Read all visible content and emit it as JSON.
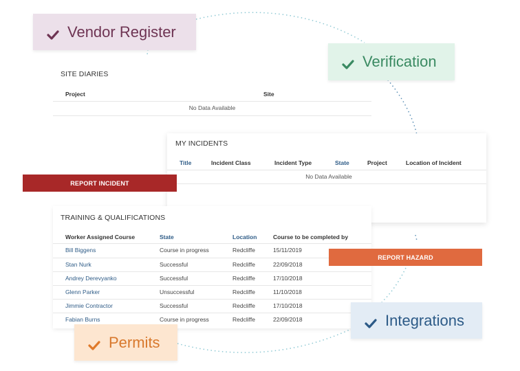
{
  "tags": {
    "vendor": {
      "label": "Vendor Register",
      "color": "#6e3453",
      "bg": "#ece0ea"
    },
    "verification": {
      "label": "Verification",
      "color": "#3a8a62",
      "bg": "#e1f3e9"
    },
    "permits": {
      "label": "Permits",
      "color": "#d8782c",
      "bg": "#fde6d0"
    },
    "integrations": {
      "label": "Integrations",
      "color": "#2c5a87",
      "bg": "#e3ecf5"
    }
  },
  "site_diaries": {
    "title": "SITE DIARIES",
    "columns": {
      "project": "Project",
      "site": "Site"
    },
    "empty": "No Data Available"
  },
  "incidents": {
    "title": "MY INCIDENTS",
    "columns": {
      "title": "Title",
      "incident_class": "Incident Class",
      "incident_type": "Incident Type",
      "state": "State",
      "project": "Project",
      "location": "Location of Incident"
    },
    "empty": "No Data Available"
  },
  "buttons": {
    "report_incident": "REPORT INCIDENT",
    "report_hazard": "REPORT HAZARD"
  },
  "training": {
    "title": "TRAINING & QUALIFICATIONS",
    "columns": {
      "worker": "Worker Assigned Course",
      "state": "State",
      "location": "Location",
      "course": "Course to be completed by"
    },
    "rows": [
      {
        "worker": "Bill Biggens",
        "state": "Course in progress",
        "location": "Redcliffe",
        "date": "15/11/2019"
      },
      {
        "worker": "Stan Nurk",
        "state": "Successful",
        "location": "Redcliffe",
        "date": "22/09/2018"
      },
      {
        "worker": "Andrey Derevyanko",
        "state": "Successful",
        "location": "Redcliffe",
        "date": "17/10/2018"
      },
      {
        "worker": "Glenn Parker",
        "state": "Unsuccessful",
        "location": "Redcliffe",
        "date": "11/10/2018"
      },
      {
        "worker": "Jimmie Contractor",
        "state": "Successful",
        "location": "Redcliffe",
        "date": "17/10/2018"
      },
      {
        "worker": "Fabian Burns",
        "state": "Course in progress",
        "location": "Redcliffe",
        "date": "22/09/2018"
      }
    ]
  },
  "colors": {
    "incident_red": "#a82828",
    "hazard_orange": "#e06a3f",
    "link_blue": "#2f5c87"
  }
}
